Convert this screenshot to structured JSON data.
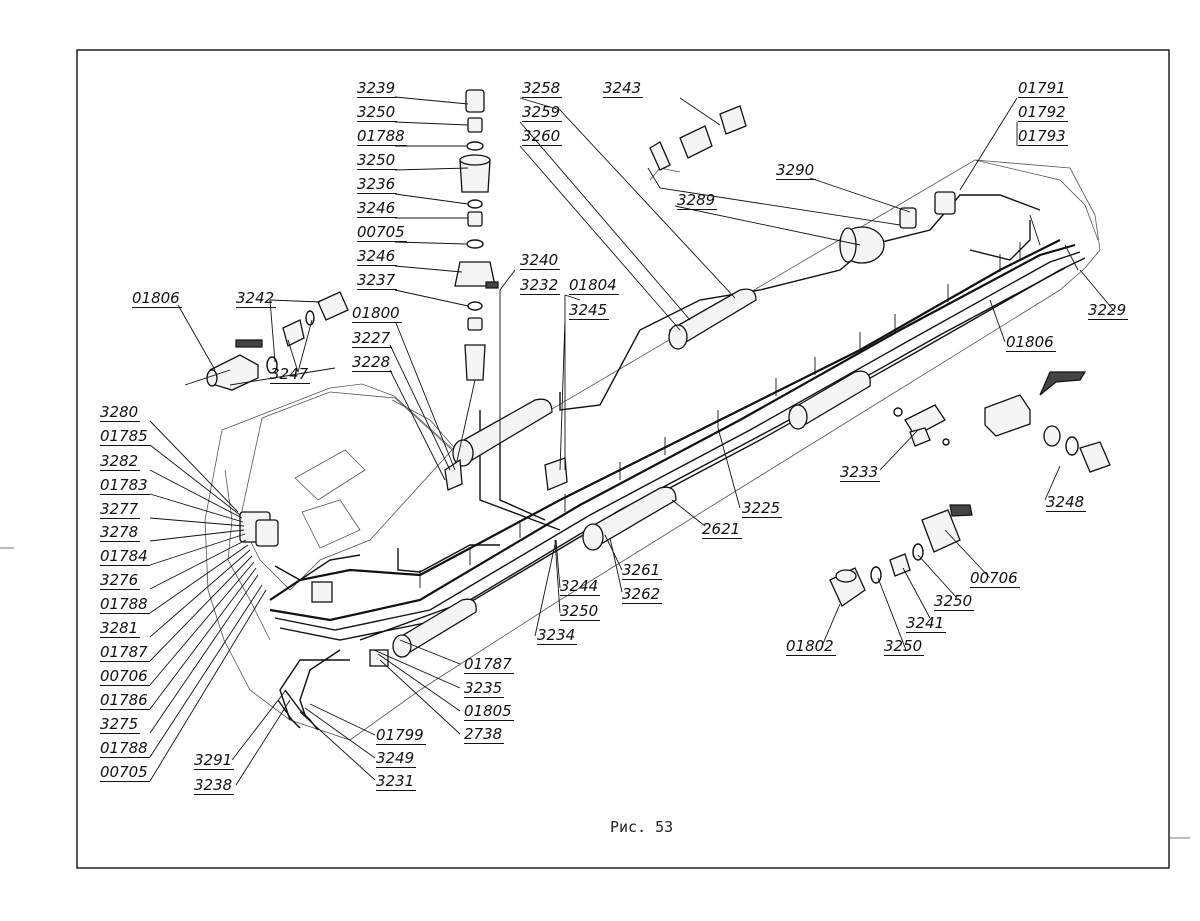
{
  "figure": {
    "caption": "Рис. 53"
  },
  "callouts": [
    "3239",
    "3250",
    "01788",
    "3250",
    "3236",
    "3246",
    "00705",
    "3246",
    "3237",
    "3258",
    "3259",
    "3260",
    "3243",
    "01791",
    "01792",
    "01793",
    "3290",
    "3289",
    "3240",
    "3232",
    "01804",
    "3245",
    "01800",
    "3227",
    "3228",
    "01806",
    "3242",
    "3247",
    "3229",
    "01806",
    "3233",
    "3248",
    "3225",
    "2621",
    "3280",
    "01785",
    "3282",
    "01783",
    "3277",
    "3278",
    "01784",
    "3276",
    "01788",
    "3281",
    "01787",
    "00706",
    "01786",
    "3275",
    "01788",
    "00705",
    "3291",
    "3238",
    "3231",
    "3249",
    "01799",
    "2738",
    "01805",
    "3235",
    "01787",
    "3244",
    "3250",
    "3234",
    "3261",
    "3262",
    "00706",
    "3250",
    "3241",
    "3250",
    "01802"
  ]
}
